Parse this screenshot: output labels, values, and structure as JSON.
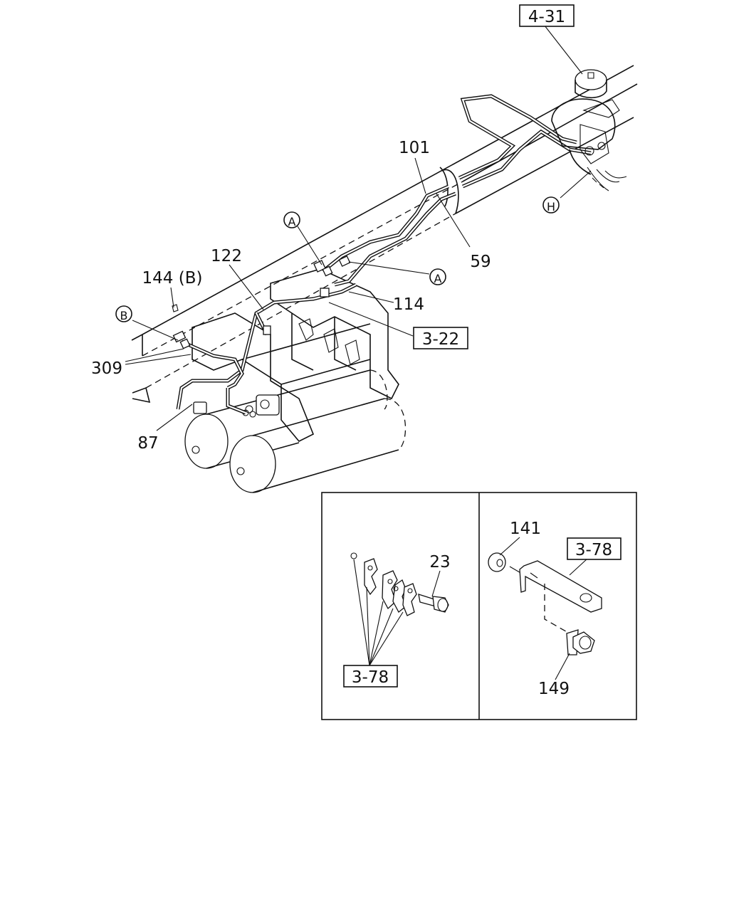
{
  "refs": {
    "r431": "4-31",
    "r322": "3-22",
    "r378_left": "3-78",
    "r378_right": "3-78"
  },
  "callouts": {
    "c101": "101",
    "c59": "59",
    "c122": "122",
    "c114": "114",
    "c144": "144 (B)",
    "c309": "309",
    "c87": "87",
    "c23": "23",
    "c141": "141",
    "c149": "149"
  },
  "circles": {
    "H": "H",
    "A1": "A",
    "A2": "A",
    "B": "B"
  }
}
